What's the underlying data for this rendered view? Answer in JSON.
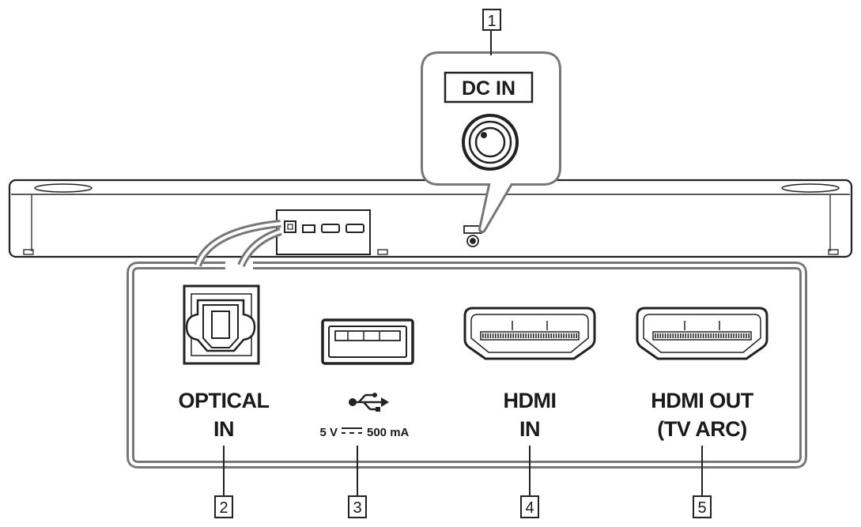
{
  "dc_in": {
    "number": "1",
    "label": "DC IN"
  },
  "ports": [
    {
      "number": "2",
      "label_line1": "OPTICAL",
      "label_line2": "IN"
    },
    {
      "number": "3",
      "icon": "usb-icon",
      "spec_left": "5 V",
      "spec_right": "500 mA"
    },
    {
      "number": "4",
      "label_line1": "HDMI",
      "label_line2": "IN"
    },
    {
      "number": "5",
      "label_line1": "HDMI OUT",
      "label_line2": "(TV ARC)"
    }
  ]
}
